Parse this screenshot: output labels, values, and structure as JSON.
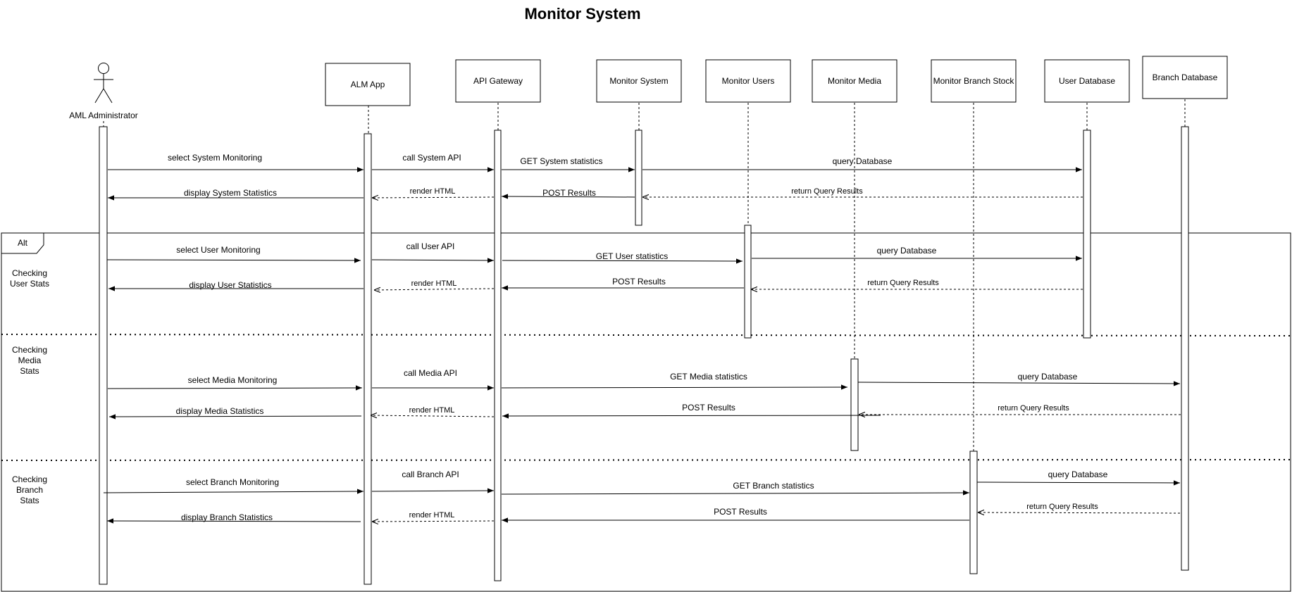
{
  "title": "Monitor System",
  "actor": {
    "name": "AML Administrator",
    "icon": "stick-figure-icon"
  },
  "participants": [
    {
      "id": "alm",
      "label": "ALM App"
    },
    {
      "id": "gw",
      "label": "API Gateway"
    },
    {
      "id": "ms",
      "label": "Monitor System"
    },
    {
      "id": "mu",
      "label": "Monitor Users"
    },
    {
      "id": "mm",
      "label": "Monitor Media"
    },
    {
      "id": "mb",
      "label": "Monitor Branch Stock"
    },
    {
      "id": "udb",
      "label": "User Database"
    },
    {
      "id": "bdb",
      "label": "Branch Database"
    }
  ],
  "alt_frame": {
    "label": "Alt",
    "guards": [
      "Checking\nUser Stats",
      "Checking\nMedia\nStats",
      "Checking\nBranch\nStats"
    ]
  },
  "messages": [
    {
      "text": "select System Monitoring",
      "type": "sync"
    },
    {
      "text": "call System API",
      "type": "sync"
    },
    {
      "text": "GET System statistics",
      "type": "sync"
    },
    {
      "text": "query Database",
      "type": "sync"
    },
    {
      "text": "return Query Results",
      "type": "return"
    },
    {
      "text": "POST Results",
      "type": "sync"
    },
    {
      "text": "render HTML",
      "type": "return"
    },
    {
      "text": "display System Statistics",
      "type": "sync"
    },
    {
      "text": "select User Monitoring",
      "type": "sync"
    },
    {
      "text": "call User API",
      "type": "sync"
    },
    {
      "text": "GET User statistics",
      "type": "sync"
    },
    {
      "text": "query Database",
      "type": "sync"
    },
    {
      "text": "return Query Results",
      "type": "return"
    },
    {
      "text": "POST Results",
      "type": "sync"
    },
    {
      "text": "render HTML",
      "type": "return"
    },
    {
      "text": "display User Statistics",
      "type": "sync"
    },
    {
      "text": "select Media Monitoring",
      "type": "sync"
    },
    {
      "text": "call Media API",
      "type": "sync"
    },
    {
      "text": "GET Media statistics",
      "type": "sync"
    },
    {
      "text": "query Database",
      "type": "sync"
    },
    {
      "text": "return Query Results",
      "type": "return"
    },
    {
      "text": "POST Results",
      "type": "sync"
    },
    {
      "text": "render HTML",
      "type": "return"
    },
    {
      "text": "display Media Statistics",
      "type": "sync"
    },
    {
      "text": "select Branch Monitoring",
      "type": "sync"
    },
    {
      "text": "call Branch API",
      "type": "sync"
    },
    {
      "text": "GET Branch statistics",
      "type": "sync"
    },
    {
      "text": "query Database",
      "type": "sync"
    },
    {
      "text": "return Query Results",
      "type": "return"
    },
    {
      "text": "POST Results",
      "type": "sync"
    },
    {
      "text": "render HTML",
      "type": "return"
    },
    {
      "text": "display Branch Statistics",
      "type": "sync"
    }
  ]
}
